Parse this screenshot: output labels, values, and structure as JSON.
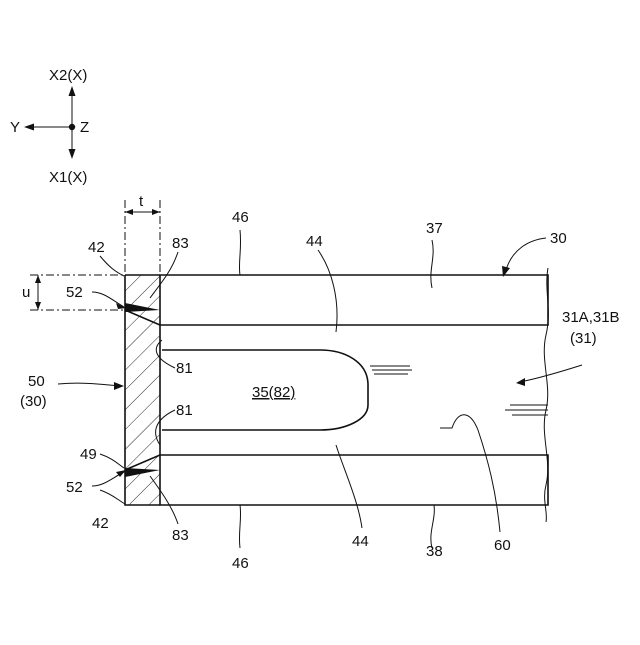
{
  "axes": {
    "top": "X2(X)",
    "bottom": "X1(X)",
    "left": "Y",
    "center": "Z"
  },
  "dimensions": {
    "t": "t",
    "u": "u"
  },
  "labels": {
    "l46_top": "46",
    "l37": "37",
    "l30": "30",
    "l44_top": "44",
    "l83_top": "83",
    "l42_top": "42",
    "l52_top": "52",
    "l81_a": "81",
    "l81_b": "81",
    "l35": "35(82)",
    "l31_line1": "31A,31B",
    "l31_line2": "(31)",
    "l50_line1": "50",
    "l50_line2": "(30)",
    "l49": "49",
    "l52_bottom": "52",
    "l42_bottom": "42",
    "l83_bottom": "83",
    "l46_bottom": "46",
    "l44_bottom": "44",
    "l38": "38",
    "l60": "60"
  }
}
